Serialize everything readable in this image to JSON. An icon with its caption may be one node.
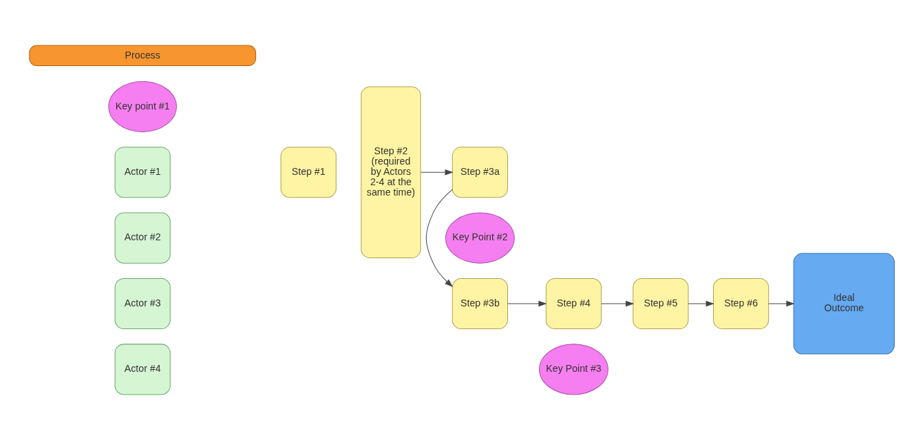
{
  "diagram": {
    "nodes": [
      {
        "text": [
          "Process"
        ]
      },
      {
        "text": [
          "Actor #1"
        ]
      },
      {
        "text": [
          "Key point #1"
        ]
      },
      {
        "text": [
          "Actor #2"
        ]
      },
      {
        "text": [
          "Actor #3"
        ]
      },
      {
        "text": [
          "Actor #4"
        ]
      },
      {
        "text": [
          "Step #1"
        ]
      },
      {
        "text": [
          "Step #2 (required by Actors 2-4 at the same time)"
        ]
      },
      {
        "text": [
          "Step #3a"
        ]
      },
      {
        "text": [
          "Step #3b"
        ]
      },
      {
        "text": [
          "Key Point #2"
        ]
      },
      {
        "text": [
          "Step #4"
        ]
      },
      {
        "text": [
          "Key Point #3"
        ]
      },
      {
        "text": [
          "Step #5"
        ]
      },
      {
        "text": [
          "Step #6"
        ]
      },
      {
        "text": [
          "Ideal Outcome"
        ]
      }
    ],
    "edges": [
      {
        "from": 7,
        "to": 8,
        "arrow": "to"
      },
      {
        "from": 8,
        "to": 9,
        "arrow": "to"
      },
      {
        "from": 9,
        "to": 11,
        "arrow": "to"
      },
      {
        "from": 11,
        "to": 13,
        "arrow": "to"
      },
      {
        "from": 13,
        "to": 14,
        "arrow": "to"
      },
      {
        "from": 14,
        "to": 15,
        "arrow": "to"
      }
    ]
  }
}
